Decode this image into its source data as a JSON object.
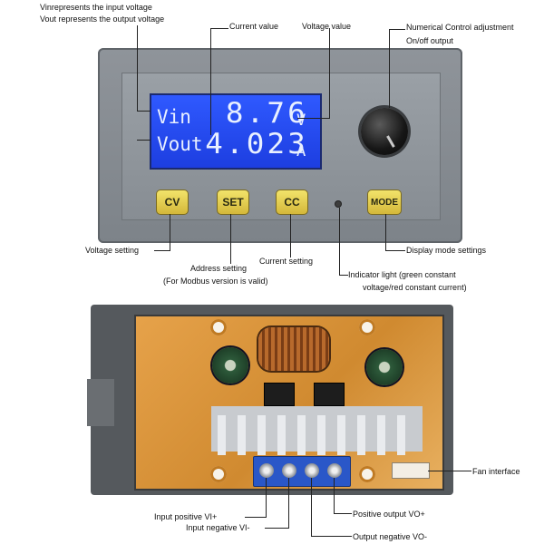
{
  "top_module": {
    "annotations": {
      "vin_desc": "Vinrepresents the input voltage",
      "vout_desc": "Vout represents the output voltage",
      "current_value": "Current value",
      "voltage_value": "Voltage value",
      "numerical_control": "Numerical Control adjustment",
      "onoff_output": "On/off output",
      "voltage_setting": "Voltage setting",
      "address_setting": "Address setting",
      "modbus_note": "(For Modbus version is valid)",
      "current_setting": "Current setting",
      "display_mode": "Display mode settings",
      "indicator_light_1": "Indicator light (green constant",
      "indicator_light_2": "voltage/red constant current)"
    },
    "lcd": {
      "vin_label": "Vin",
      "vin_value": "8.76",
      "vin_unit": "V",
      "vout_label": "Vout",
      "current_value": "4.023",
      "current_unit": "A"
    },
    "buttons": {
      "cv": "CV",
      "set": "SET",
      "cc": "CC",
      "mode": "MODE"
    }
  },
  "bottom_board": {
    "annotations": {
      "fan_interface": "Fan interface",
      "input_positive": "Input positive VI+",
      "input_negative": "Input negative VI-",
      "positive_output": "Positive output VO+",
      "output_negative": "Output negative VO-"
    }
  },
  "colors": {
    "lcd_background": "#1d3ee0",
    "button_yellow": "#e6cf50",
    "terminal_blue": "#2a57c8",
    "pcb_orange": "#d08a30"
  }
}
